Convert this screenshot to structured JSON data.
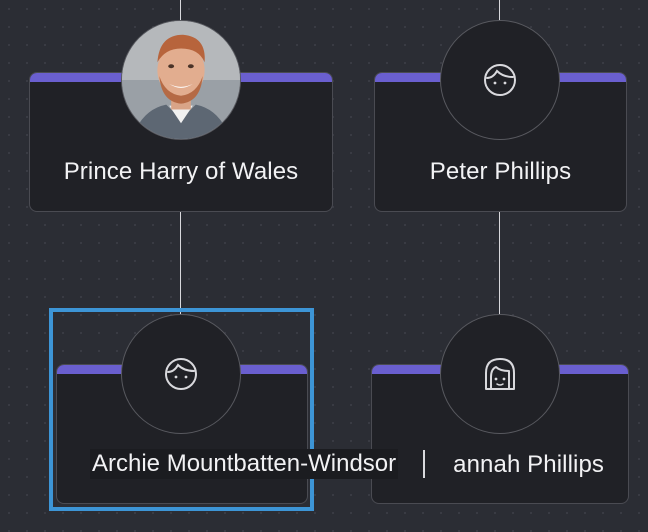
{
  "tree": {
    "nodes": [
      {
        "name": "Prince Harry of Wales",
        "avatar": "photo-portrait"
      },
      {
        "name": "Peter Phillips",
        "avatar": "boy-face-icon"
      },
      {
        "name": "Archie Mountbatten-Windsor",
        "avatar": "boy-face-icon",
        "selected": true,
        "editing": true
      },
      {
        "name": "annah Phillips",
        "avatar": "girl-face-icon"
      }
    ]
  },
  "colors": {
    "background": "#2b2d34",
    "card": "#202126",
    "accent_bar": "#6a5fcf",
    "selection": "#3d95d6",
    "connector": "#d8d8dc"
  }
}
